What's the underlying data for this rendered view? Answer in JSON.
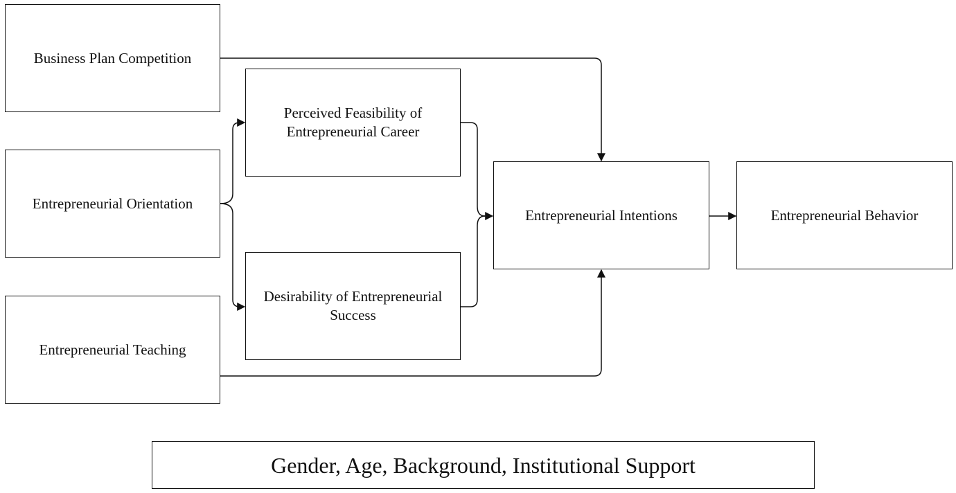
{
  "diagram": {
    "nodes": {
      "business_plan_competition": "Business Plan Competition",
      "entrepreneurial_orientation": "Entrepreneurial Orientation",
      "entrepreneurial_teaching": "Entrepreneurial Teaching",
      "perceived_feasibility": "Perceived Feasibility of Entrepreneurial Career",
      "desirability": "Desirability of Entrepreneurial Success",
      "entrepreneurial_intentions": "Entrepreneurial Intentions",
      "entrepreneurial_behavior": "Entrepreneurial Behavior",
      "control_variables": "Gender, Age, Background, Institutional Support"
    },
    "edges": [
      {
        "from": "business_plan_competition",
        "to": "entrepreneurial_intentions"
      },
      {
        "from": "entrepreneurial_orientation",
        "to": "perceived_feasibility"
      },
      {
        "from": "entrepreneurial_orientation",
        "to": "desirability"
      },
      {
        "from": "perceived_feasibility",
        "to": "entrepreneurial_intentions"
      },
      {
        "from": "desirability",
        "to": "entrepreneurial_intentions"
      },
      {
        "from": "entrepreneurial_teaching",
        "to": "entrepreneurial_intentions"
      },
      {
        "from": "entrepreneurial_intentions",
        "to": "entrepreneurial_behavior"
      }
    ],
    "colors": {
      "stroke": "#111111",
      "background": "#ffffff"
    }
  }
}
